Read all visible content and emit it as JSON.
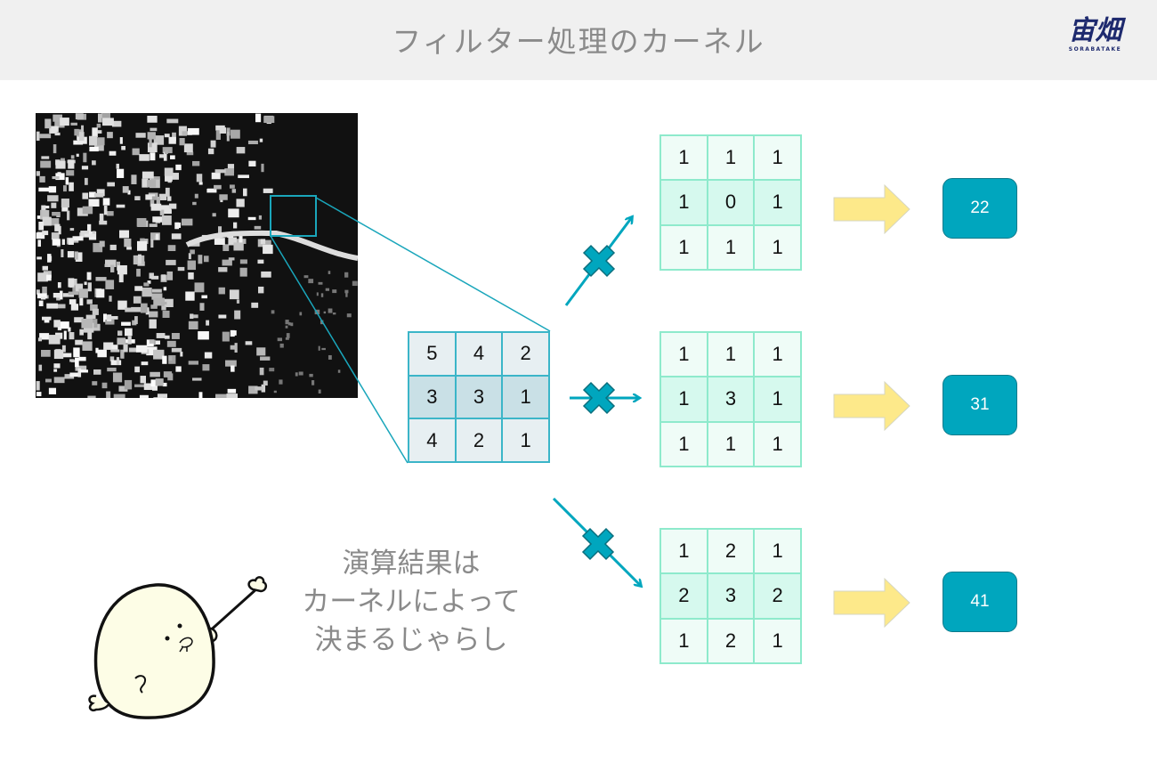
{
  "header": {
    "title": "フィルター処理のカーネル",
    "logo_text": "宙畑",
    "logo_subtext": "SORABATAKE"
  },
  "input_patch": {
    "values": [
      [
        "5",
        "4",
        "2"
      ],
      [
        "3",
        "3",
        "1"
      ],
      [
        "4",
        "2",
        "1"
      ]
    ]
  },
  "kernels": [
    {
      "values": [
        [
          "1",
          "1",
          "1"
        ],
        [
          "1",
          "0",
          "1"
        ],
        [
          "1",
          "1",
          "1"
        ]
      ],
      "result": "22"
    },
    {
      "values": [
        [
          "1",
          "1",
          "1"
        ],
        [
          "1",
          "3",
          "1"
        ],
        [
          "1",
          "1",
          "1"
        ]
      ],
      "result": "31"
    },
    {
      "values": [
        [
          "1",
          "2",
          "1"
        ],
        [
          "2",
          "3",
          "2"
        ],
        [
          "1",
          "2",
          "1"
        ]
      ],
      "result": "41"
    }
  ],
  "caption": {
    "lines": [
      "演算結果は",
      "カーネルによって",
      "決まるじゃらし"
    ]
  },
  "colors": {
    "accent": "#00a6be",
    "arrow_yellow": "#fde98a",
    "kernel_border": "#8eeacc",
    "text_gray": "#8a8a8a"
  }
}
